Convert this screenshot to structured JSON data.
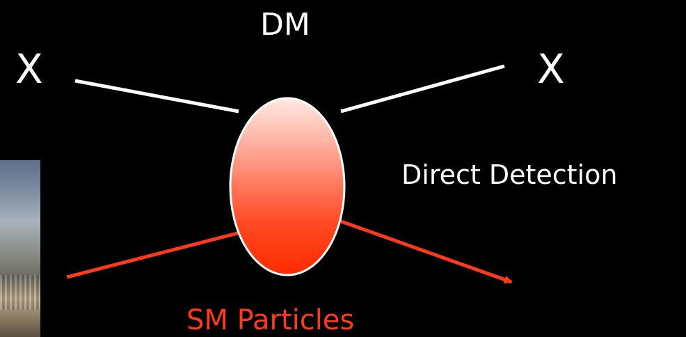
{
  "diagram": {
    "top_label": "DM",
    "left_particle": "X",
    "right_particle": "X",
    "side_label": "Direct Detection",
    "bottom_label": "SM Particles",
    "colors": {
      "background": "#000000",
      "dm_line": "#ffffff",
      "sm_line": "#ff3a1c",
      "blob_top": "#ffe4de",
      "blob_bottom": "#ff2d00"
    }
  }
}
